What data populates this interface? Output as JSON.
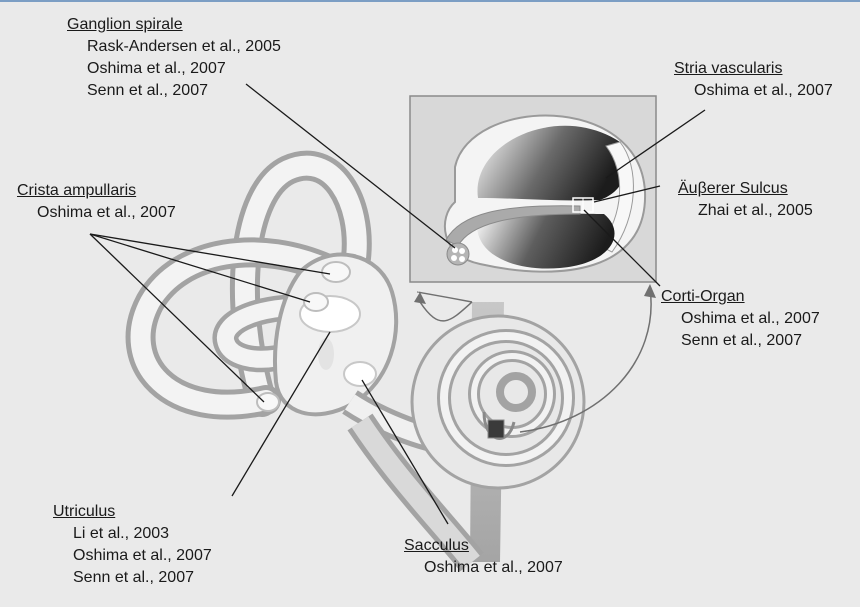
{
  "labels": {
    "ganglion": {
      "title": "Ganglion spirale",
      "refs": [
        "Rask-Andersen et al., 2005",
        "Oshima et al., 2007",
        "Senn et al., 2007"
      ]
    },
    "stria": {
      "title": "Stria vascularis",
      "refs": [
        "Oshima et al., 2007"
      ]
    },
    "crista": {
      "title": "Crista ampullaris",
      "refs": [
        "Oshima et al., 2007"
      ]
    },
    "sulcus": {
      "title": "Äuβerer Sulcus",
      "refs": [
        "Zhai et al., 2005"
      ]
    },
    "corti": {
      "title": "Corti-Organ",
      "refs": [
        "Oshima et al., 2007",
        "Senn et al., 2007"
      ]
    },
    "utriculus": {
      "title": "Utriculus",
      "refs": [
        "Li et al., 2003",
        "Oshima et al., 2007",
        "Senn et al., 2007"
      ]
    },
    "sacculus": {
      "title": "Sacculus",
      "refs": [
        "Oshima et al., 2007"
      ]
    }
  },
  "colors": {
    "background": "#eaeaea",
    "top_border": "#7c9ec4",
    "inset_background": "#d8d8d8",
    "organ_outer": "#a9a9a9",
    "organ_inner": "#f2f2f2",
    "leader_line": "#1a1a1a"
  }
}
